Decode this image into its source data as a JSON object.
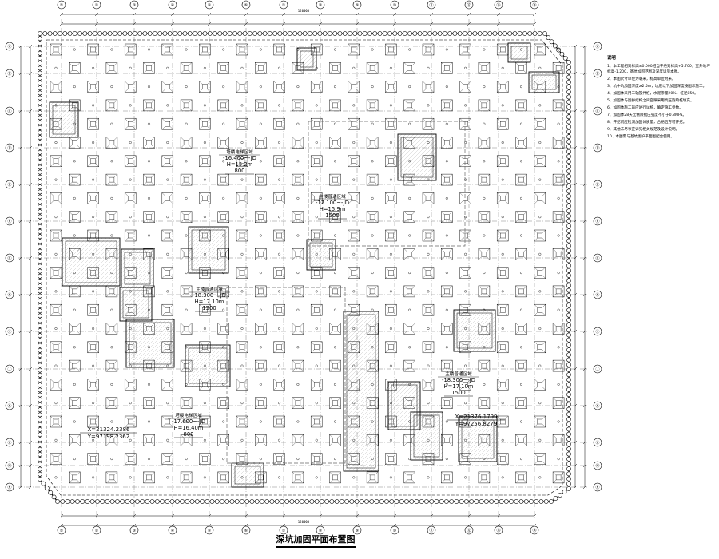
{
  "drawing_title": "深坑加固平面布置图",
  "colors": {
    "line": "#000000",
    "dash": "#666666",
    "background": "#ffffff"
  },
  "grid_columns": [
    "①",
    "②",
    "③",
    "④",
    "⑤",
    "⑥",
    "⑦",
    "⑧",
    "⑨",
    "⑩",
    "⑪",
    "⑫",
    "⑬",
    "⑭"
  ],
  "grid_rows": [
    "Ⓐ",
    "Ⓑ",
    "Ⓒ",
    "Ⓓ",
    "Ⓔ",
    "Ⓕ",
    "Ⓖ",
    "Ⓗ",
    "Ⓘ",
    "Ⓙ",
    "Ⓚ",
    "Ⓛ",
    "Ⓜ",
    "Ⓝ"
  ],
  "overall_dimension": "120000",
  "zones": [
    {
      "title": "塔楼电梯区域",
      "level": "-16.400~-JD",
      "depth": "H=15.2m",
      "width": "800"
    },
    {
      "title": "主楼普通区域",
      "level": "-17.100~-JD",
      "depth": "H=15.9m",
      "width": "1500"
    },
    {
      "title": "主楼普通区域",
      "level": "-18.300~-JD",
      "depth": "H=17.10m",
      "width": "1500"
    },
    {
      "title": "主楼普通区域",
      "level": "-18.300~-JD",
      "depth": "H=17.10m",
      "width": "1500"
    },
    {
      "title": "塔楼电梯区域",
      "level": "-17.600~-JD",
      "depth": "H=16.40m",
      "width": "800"
    }
  ],
  "coordinates": [
    {
      "x": "X=21324.2386",
      "y": "Y=97198.2362"
    },
    {
      "x": "X=21376.1799",
      "y": "Y=97256.8279"
    }
  ],
  "notes": {
    "title": "说明",
    "items": [
      "1、本工程相对标高±0.000相当于绝对标高+5.700，室外地坪标高-1.200，基坑加固范围及深度详见本图。",
      "2、本图尺寸单位为毫米，标高单位为米。",
      "3、坑中坑加固深度≥2.5m，坑底以下加固深度按图示施工。",
      "4、加固体采用三轴搅拌桩，水泥掺量20%，桩径850。",
      "5、加固体与围护结构之间空隙采用高压旋喷桩填充。",
      "6、加固体施工前应进行试桩，确定施工参数。",
      "7、加固体28天无侧限抗压强度不小于0.8MPa。",
      "8、开挖前应检测加固体质量，合格后方可开挖。",
      "9、其他未尽事宜详见相关规范及设计说明。",
      "10、本图需与基坑围护平面图配合使用。"
    ]
  }
}
